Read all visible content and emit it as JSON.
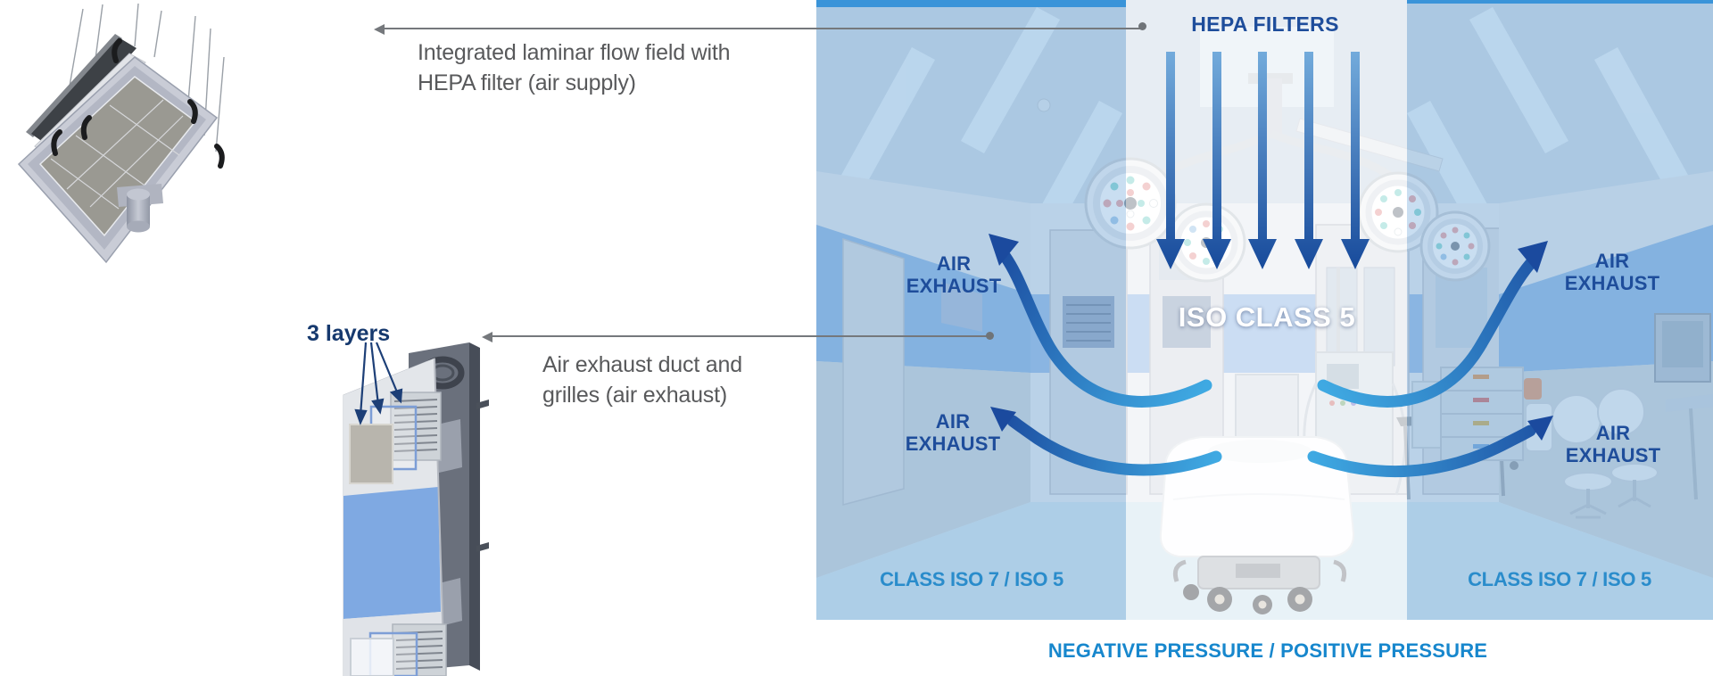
{
  "captions": {
    "laminar_flow": "Integrated laminar flow field with HEPA filter (air supply)",
    "exhaust_duct": "Air exhaust duct and grilles (air exhaust)",
    "three_layers": "3 layers"
  },
  "room": {
    "hepa_filters": "HEPA FILTERS",
    "iso_class_5": "ISO CLASS 5",
    "air_exhaust": {
      "line1": "AIR",
      "line2": "EXHAUST"
    },
    "class_iso_left": "CLASS ISO 7 / ISO 5",
    "class_iso_right": "CLASS ISO 7 / ISO 5",
    "pressure_caption": "NEGATIVE PRESSURE / POSITIVE PRESSURE"
  },
  "icons": {
    "connector_arrowhead": "◄",
    "connector_dot": "●",
    "hepa_down_arrow": "↓",
    "exhaust_curved_arrow": "↶",
    "layers_pointer_arrow": "↓"
  },
  "colors": {
    "navy_label": "#1e4d9b",
    "bright_blue_label": "#2a8ccb",
    "pressure_blue": "#1787cd",
    "caption_gray": "#58595b",
    "connector_gray": "#75787c",
    "arrow_dark": "#1b4a9e",
    "arrow_light": "#3fa9e2",
    "zone_tint_blue": "#7fb0dd",
    "wall_band_blue": "#88b3e2",
    "top_strip_blue": "#2e8ed8"
  }
}
